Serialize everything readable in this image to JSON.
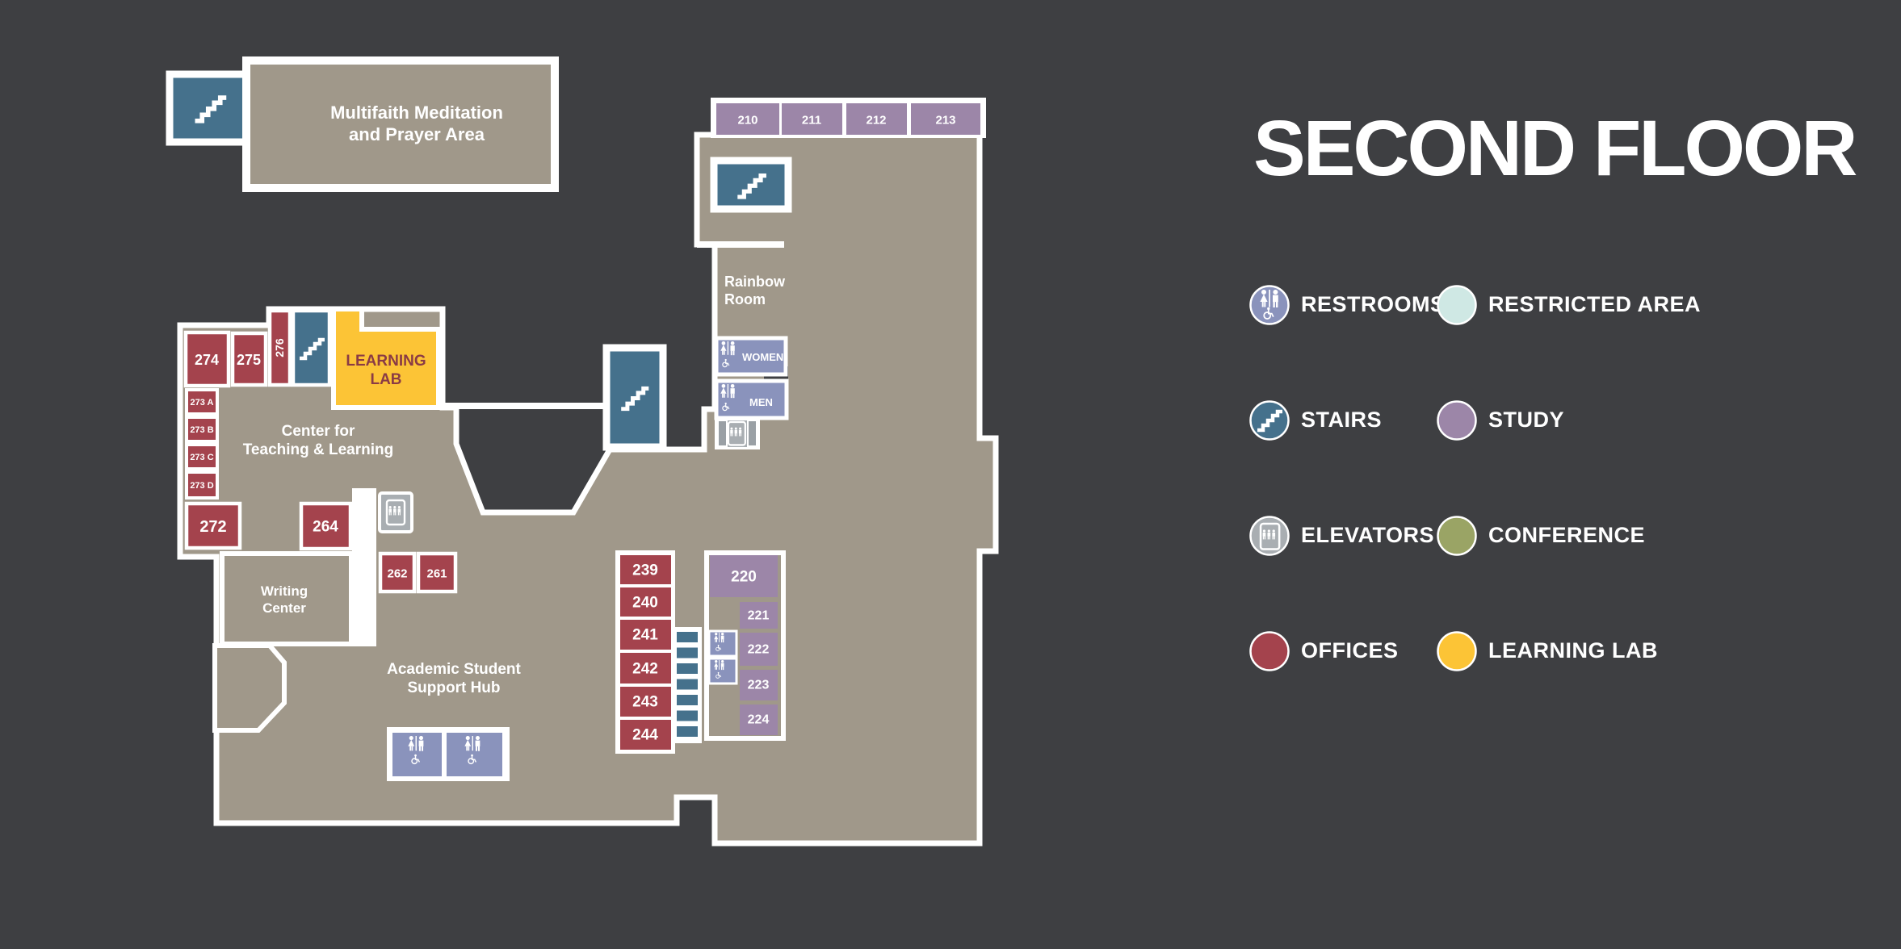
{
  "title": "SECOND FLOOR",
  "colors": {
    "background": "#3e3f42",
    "floor": "#a0988a",
    "walls": "#ffffff",
    "offices": "#a4434d",
    "study": "#9c86a8",
    "restrooms": "#8a93bc",
    "stairs": "#45718c",
    "elevators": "#a9aeb2",
    "learning_lab": "#fcc436",
    "conference": "#9aa465",
    "restricted_area": "#cfe8e4"
  },
  "legend": {
    "items": [
      {
        "label": "RESTROOMS",
        "type": "restrooms"
      },
      {
        "label": "RESTRICTED AREA",
        "type": "restricted"
      },
      {
        "label": "STAIRS",
        "type": "stairs"
      },
      {
        "label": "STUDY",
        "type": "study"
      },
      {
        "label": "ELEVATORS",
        "type": "elevators"
      },
      {
        "label": "CONFERENCE",
        "type": "conference"
      },
      {
        "label": "OFFICES",
        "type": "offices"
      },
      {
        "label": "LEARNING LAB",
        "type": "learning_lab"
      }
    ]
  },
  "areas": {
    "multifaith_line1": "Multifaith Meditation",
    "multifaith_line2": "and Prayer Area",
    "rainbow_line1": "Rainbow",
    "rainbow_line2": "Room",
    "ctl_line1": "Center for",
    "ctl_line2": "Teaching & Learning",
    "writing_line1": "Writing",
    "writing_line2": "Center",
    "hub_line1": "Academic Student",
    "hub_line2": "Support Hub",
    "learning_lab_line1": "LEARNING",
    "learning_lab_line2": "LAB"
  },
  "rooms": {
    "r210": "210",
    "r211": "211",
    "r212": "212",
    "r213": "213",
    "r220": "220",
    "r221": "221",
    "r222": "222",
    "r223": "223",
    "r224": "224",
    "r239": "239",
    "r240": "240",
    "r241": "241",
    "r242": "242",
    "r243": "243",
    "r244": "244",
    "r261": "261",
    "r262": "262",
    "r264": "264",
    "r272": "272",
    "r273a": "273 A",
    "r273b": "273 B",
    "r273c": "273 C",
    "r273d": "273 D",
    "r274": "274",
    "r275": "275",
    "r276": "276"
  },
  "labels": {
    "women": "WOMEN",
    "men": "MEN"
  }
}
